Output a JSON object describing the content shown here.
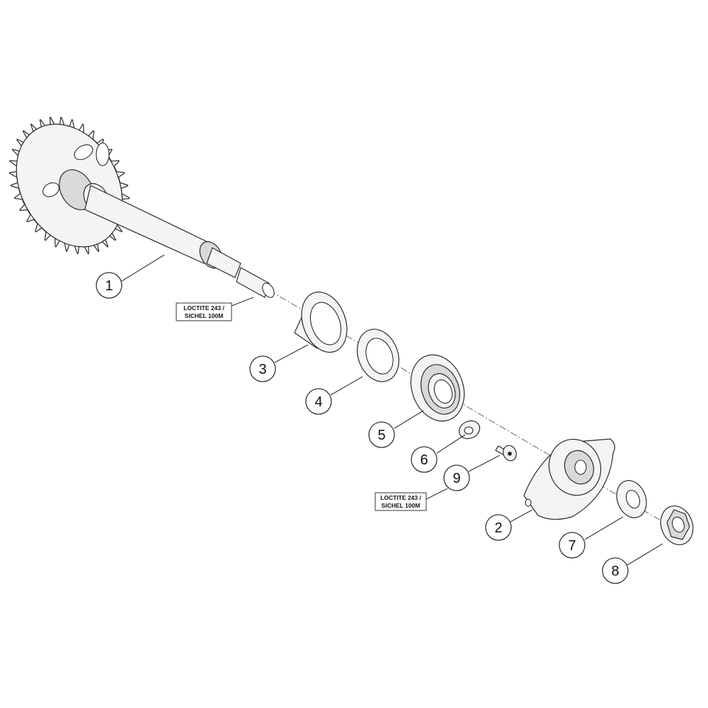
{
  "callouts": [
    {
      "id": "c1",
      "label": "1"
    },
    {
      "id": "c2",
      "label": "2"
    },
    {
      "id": "c3",
      "label": "3"
    },
    {
      "id": "c4",
      "label": "4"
    },
    {
      "id": "c5",
      "label": "5"
    },
    {
      "id": "c6",
      "label": "6"
    },
    {
      "id": "c7",
      "label": "7"
    },
    {
      "id": "c8",
      "label": "8"
    },
    {
      "id": "c9",
      "label": "9"
    }
  ],
  "notes": [
    {
      "line1": "LOCTITE 243 /",
      "line2": "SICHEL 100M"
    },
    {
      "line1": "LOCTITE 243 /",
      "line2": "SICHEL 100M"
    }
  ]
}
